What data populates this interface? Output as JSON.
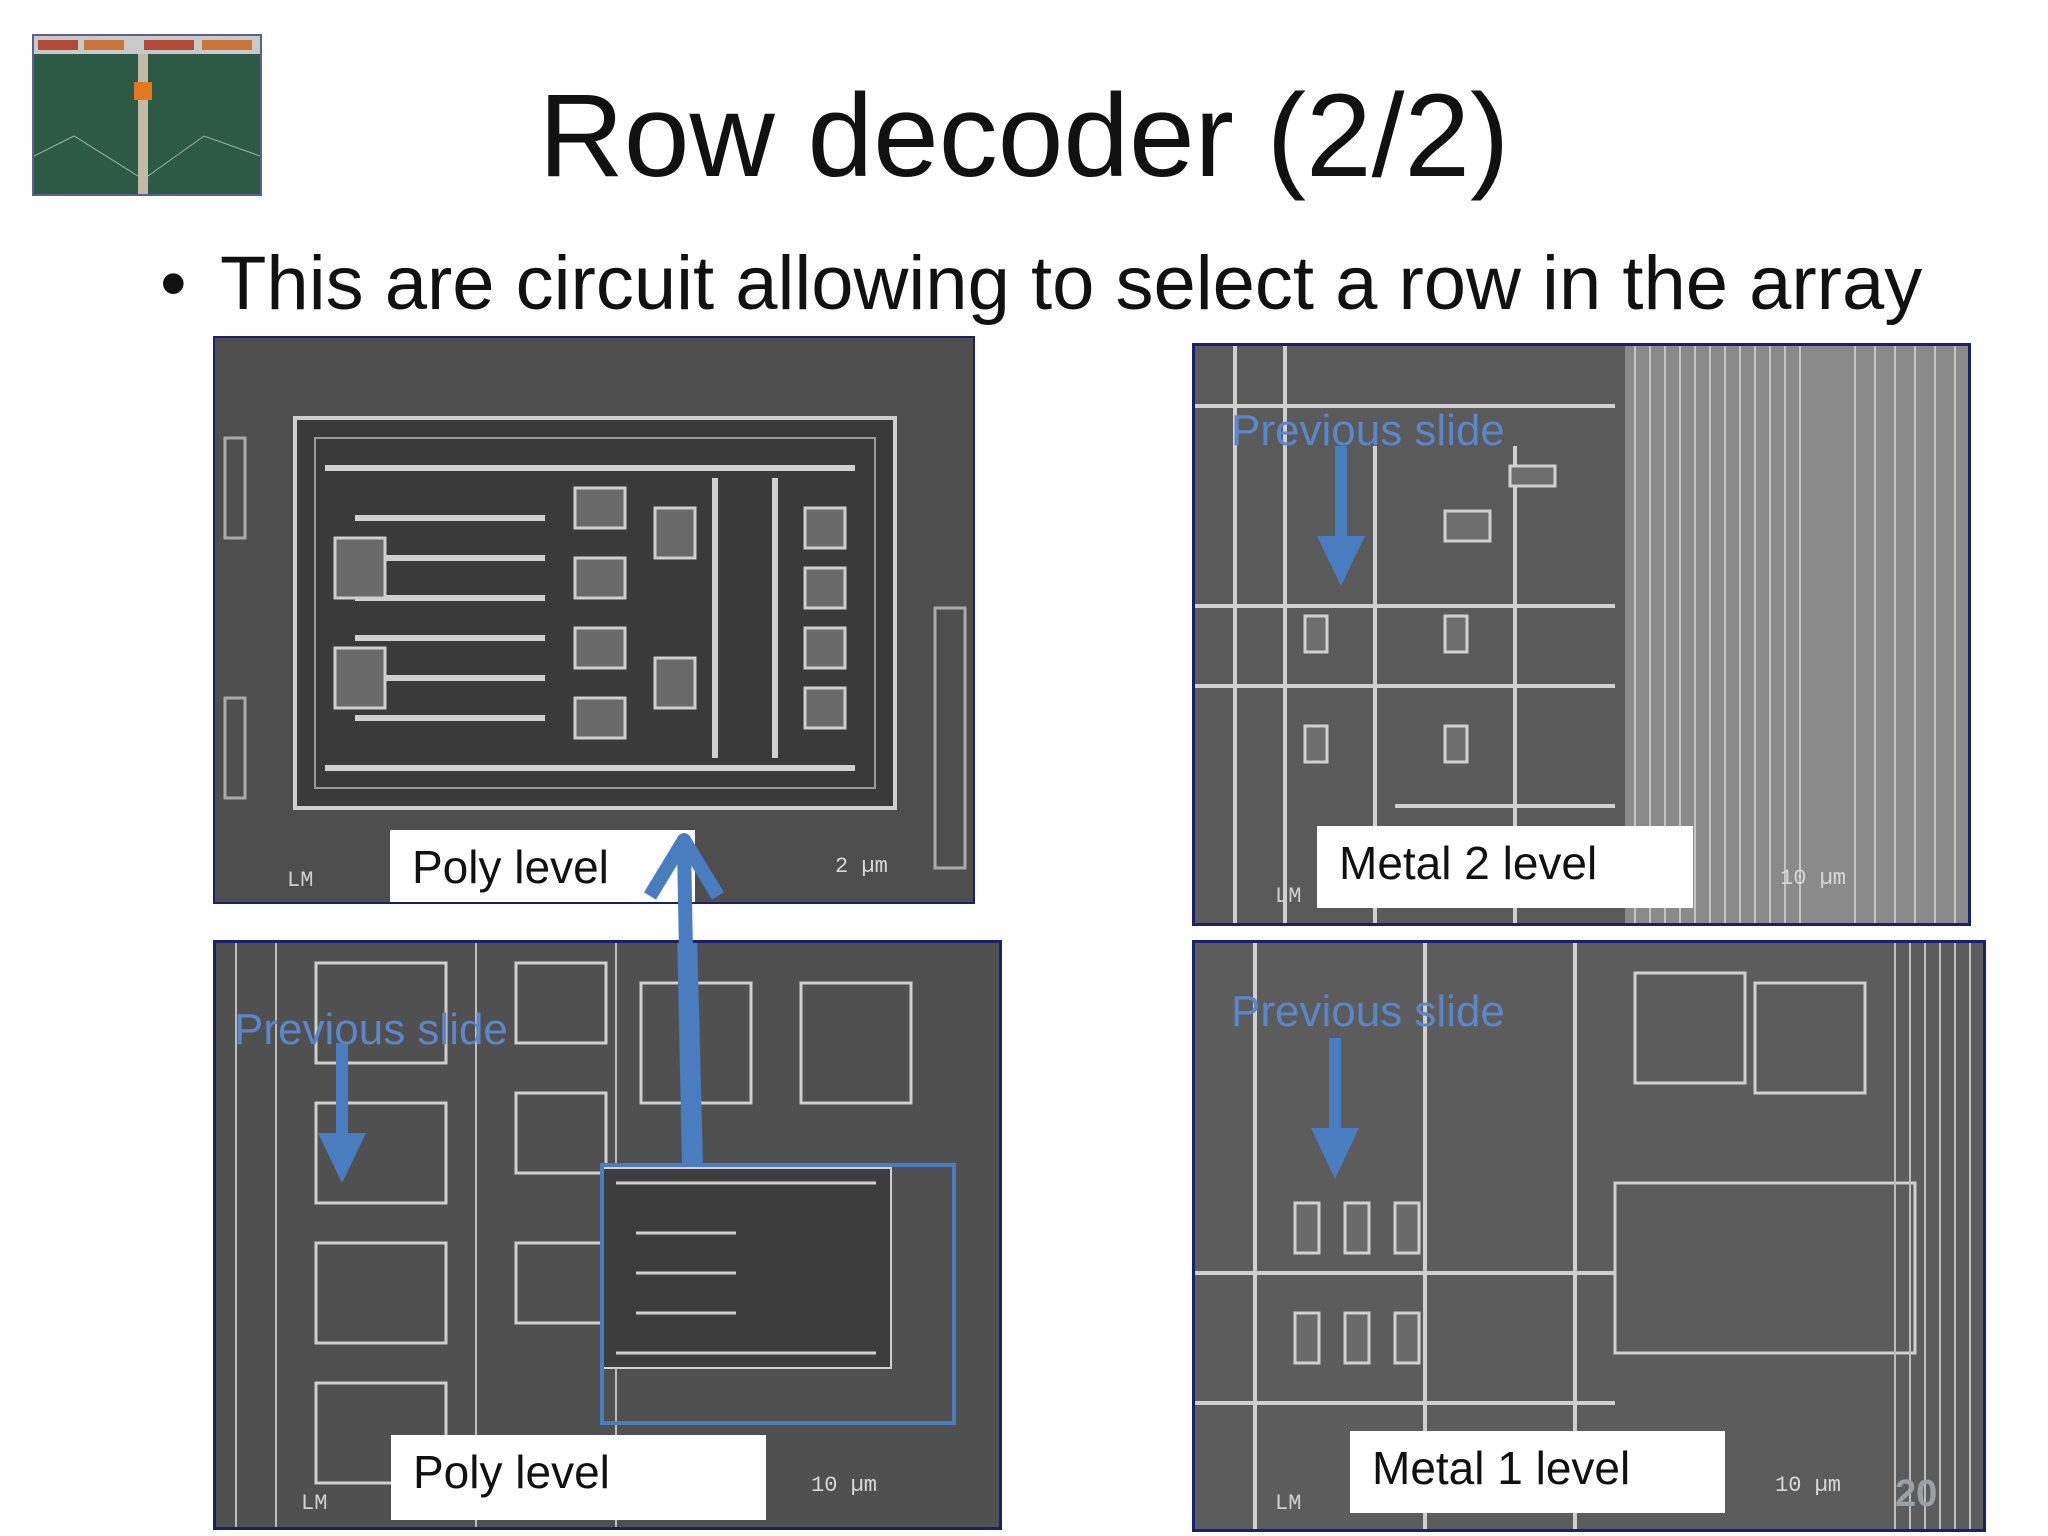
{
  "title": "Row decoder (2/2)",
  "bullet": {
    "symbol": "•",
    "text": "This are circuit allowing to select a row in the array"
  },
  "panels": {
    "poly_top": {
      "label": "Poly level",
      "scale": "2 µm",
      "mark": "LM"
    },
    "metal2": {
      "label": "Metal 2 level",
      "callout": "Previous slide",
      "scale": "10 µm",
      "mark": "LM"
    },
    "poly_bottom": {
      "label": "Poly level",
      "callout": "Previous slide",
      "scale": "10 µm",
      "mark": "LM"
    },
    "metal1": {
      "label": "Metal 1 level",
      "callout": "Previous slide",
      "scale": "10 µm",
      "mark": "LM"
    }
  },
  "page_number": "20",
  "colors": {
    "arrow": "#4a7cc0",
    "panel_border": "#1a1f6e",
    "panel_bg": "#5a5a5a"
  },
  "icons": {
    "thumbnail": "chip-floorplan-thumbnail",
    "arrow": "arrow-icon"
  }
}
